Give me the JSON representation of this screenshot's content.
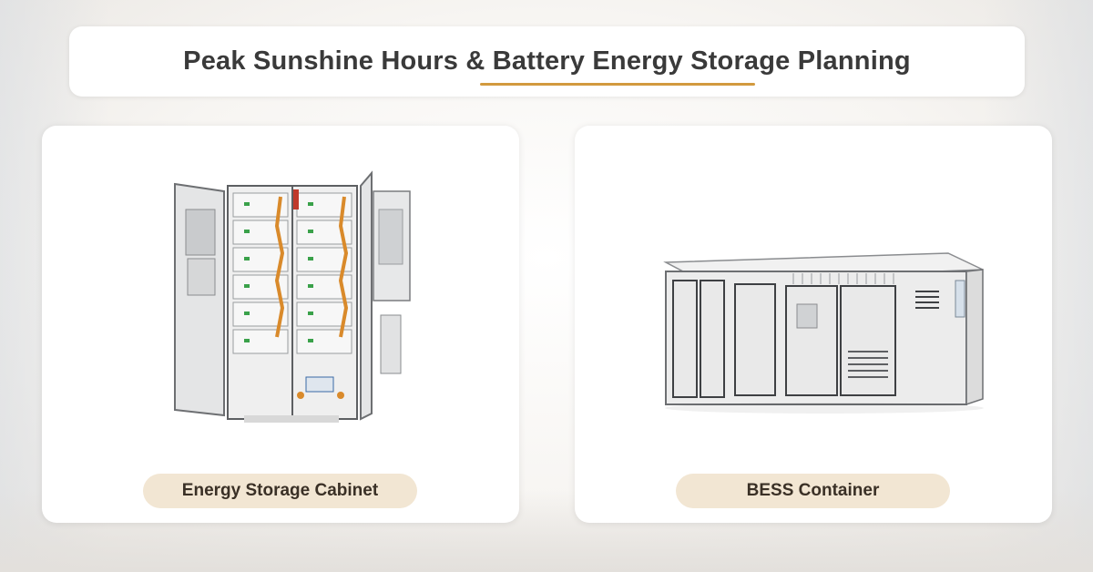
{
  "banner": {
    "title": "Peak Sunshine Hours & Battery Energy Storage Planning",
    "accent_color": "#d29a3e"
  },
  "products": [
    {
      "label": "Energy Storage Cabinet",
      "image": "battery-cabinet"
    },
    {
      "label": "BESS Container",
      "image": "shipping-container"
    }
  ]
}
